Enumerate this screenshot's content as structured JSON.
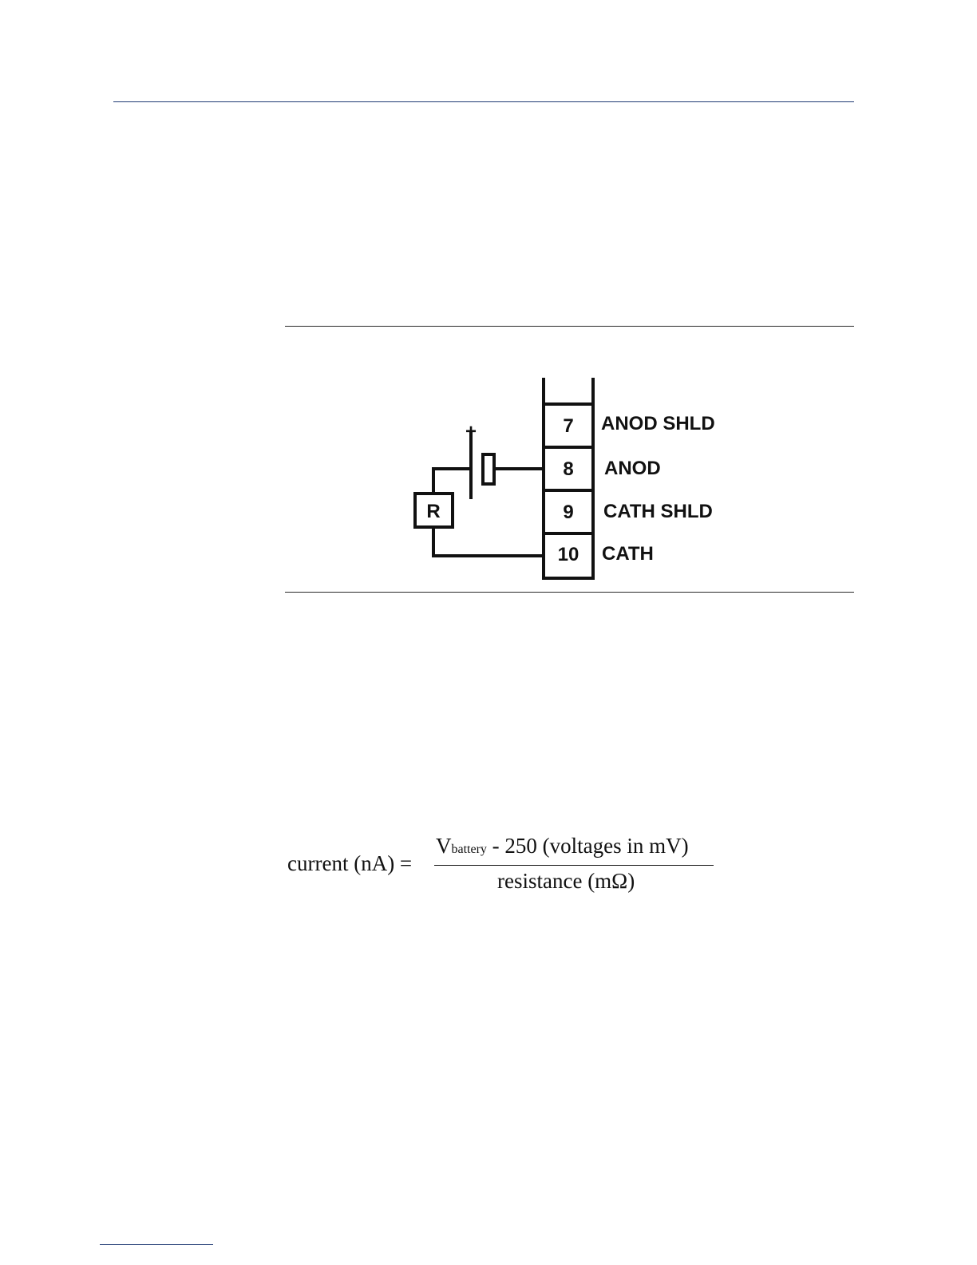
{
  "diagram": {
    "terminals": [
      {
        "number": "7",
        "label": "ANOD SHLD"
      },
      {
        "number": "8",
        "label": "ANOD"
      },
      {
        "number": "9",
        "label": "CATH SHLD"
      },
      {
        "number": "10",
        "label": "CATH"
      }
    ],
    "resistor_label": "R",
    "battery_polarity": "+"
  },
  "formula": {
    "lhs": "current (nA) = ",
    "numerator_symbol": "V",
    "numerator_subscript": "battery",
    "numerator_rest": " - 250 (voltages in mV)",
    "denominator": "resistance (mΩ)"
  }
}
